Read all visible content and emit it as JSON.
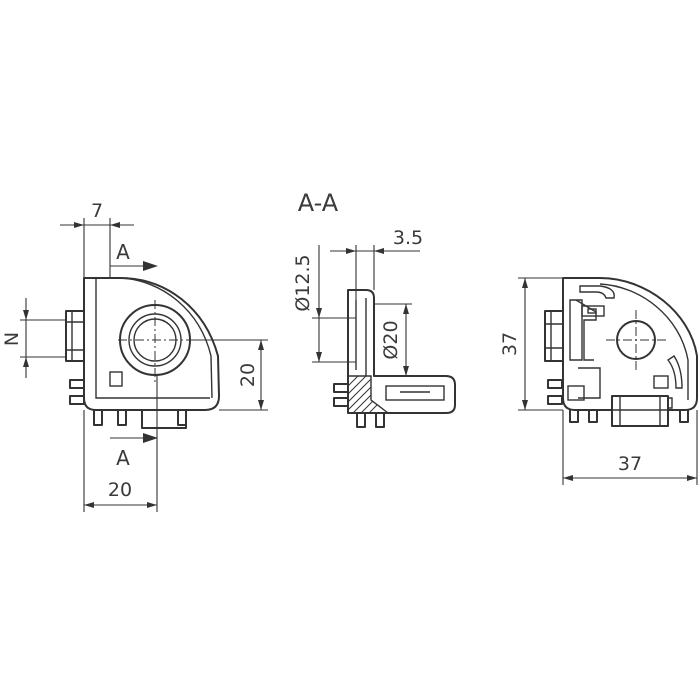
{
  "views": {
    "front": {
      "dim_top": "7",
      "dim_left": "N",
      "dim_right": "20",
      "dim_bottom": "20",
      "section_mark": "A"
    },
    "section": {
      "title": "A-A",
      "dim_top": "3.5",
      "dim_left": "Ø12.5",
      "dim_inner": "Ø20"
    },
    "side": {
      "dim_left": "37",
      "dim_bottom": "37"
    }
  },
  "colors": {
    "line": "#333333",
    "background": "#ffffff"
  }
}
